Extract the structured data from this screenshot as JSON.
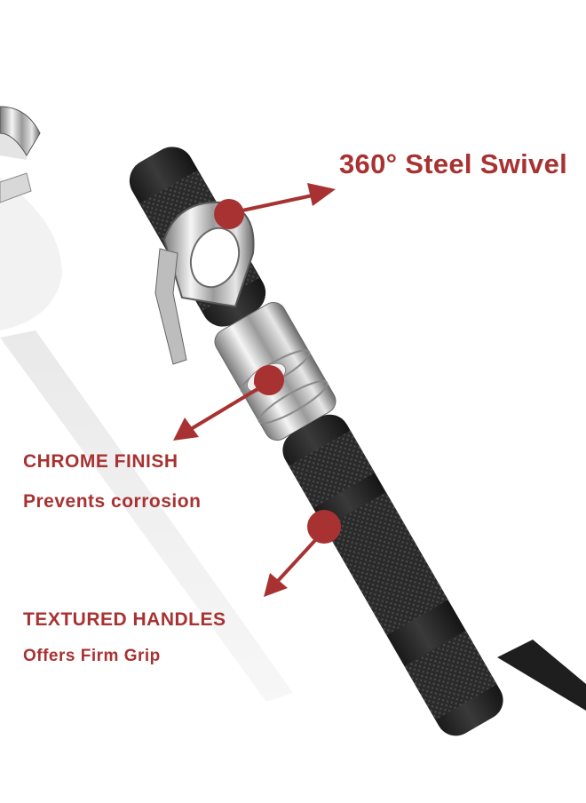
{
  "callouts": {
    "swivel": {
      "title": "360° Steel Swivel"
    },
    "chrome": {
      "title": "CHROME FINISH",
      "subtitle": "Prevents corrosion"
    },
    "handles": {
      "title": "TEXTURED HANDLES",
      "subtitle": "Offers Firm Grip"
    }
  },
  "colors": {
    "accent": "#a83232",
    "grip": "#2b2b2b",
    "chrome": "#c9c9c9",
    "background": "#ffffff"
  },
  "icons": {
    "marker": "red-dot-marker",
    "pointer": "arrow-pointer"
  }
}
